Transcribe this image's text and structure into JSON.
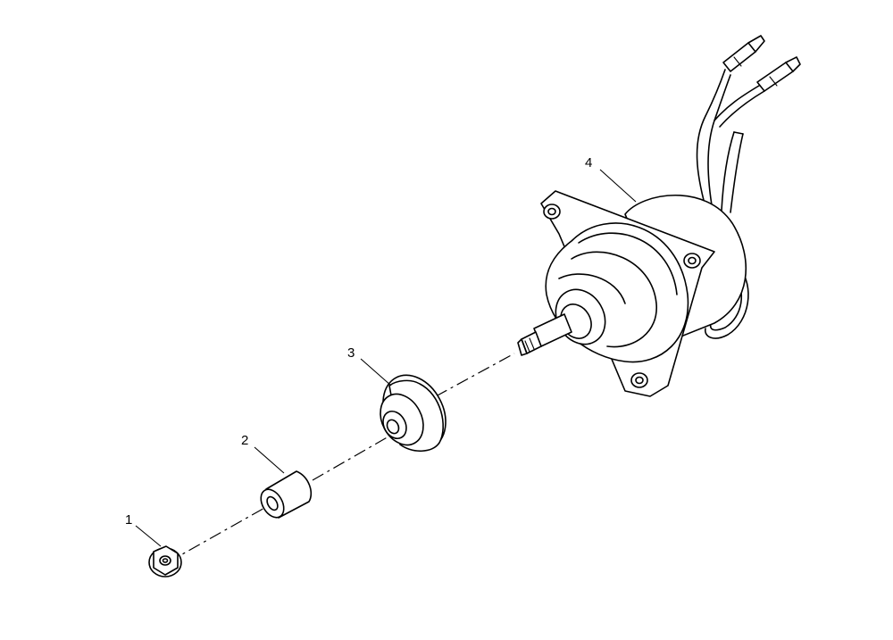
{
  "parts": [
    {
      "callout": "1",
      "part": "flange-nut"
    },
    {
      "callout": "2",
      "part": "spacer-sleeve"
    },
    {
      "callout": "3",
      "part": "rubber-grommet"
    },
    {
      "callout": "4",
      "part": "motor-assembly"
    }
  ],
  "colors": {
    "line": "#000000",
    "background": "#ffffff"
  }
}
